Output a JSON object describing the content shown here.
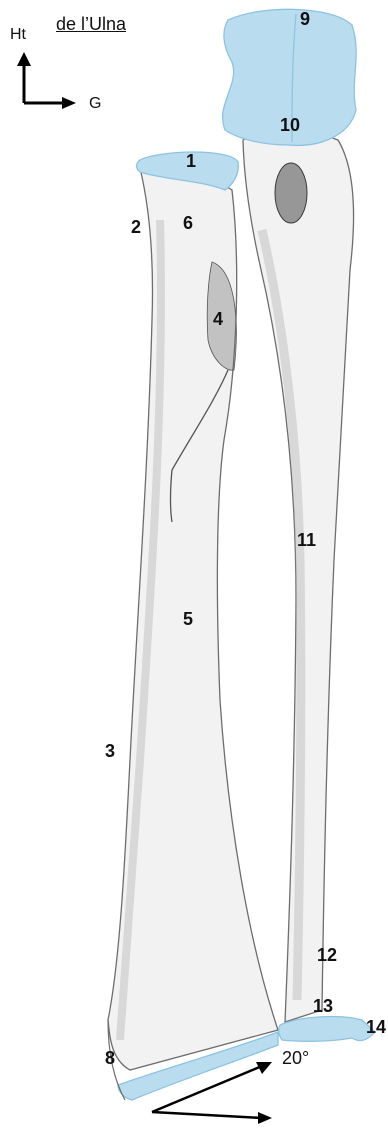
{
  "title": "de l’Ulna",
  "orientation": {
    "up": "Ht",
    "left": "G"
  },
  "angle": "20°",
  "labels": {
    "l1": "1",
    "l2": "2",
    "l3": "3",
    "l4": "4",
    "l5": "5",
    "l6": "6",
    "l8": "8",
    "l9": "9",
    "l10": "10",
    "l11": "11",
    "l12": "12",
    "l13": "13",
    "l14": "14"
  },
  "colors": {
    "cartilage": "#b9dcef",
    "cartilage_edge": "#8cc3e2",
    "bone": "#f2f2f2",
    "bone_edge": "#6d6d6d",
    "shade": "#a8a8a8"
  }
}
